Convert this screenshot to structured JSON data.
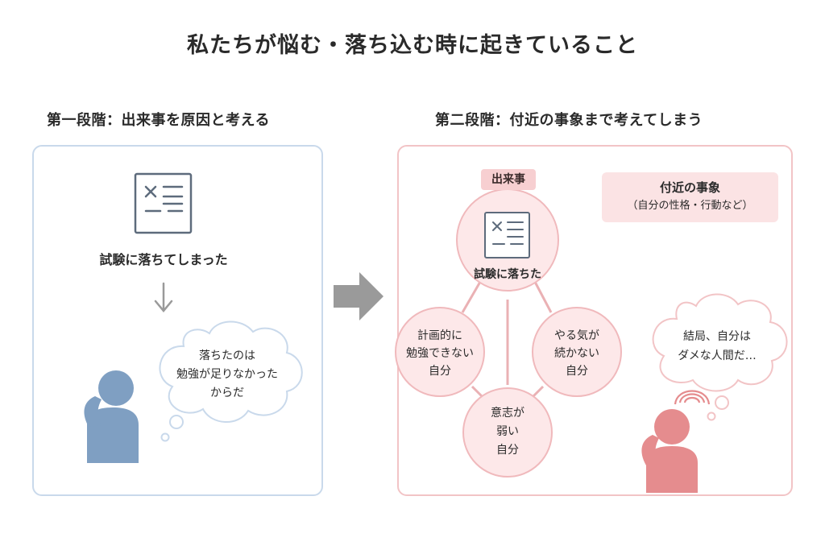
{
  "title": "私たちが悩む・落ち込む時に起きていること",
  "stage1": {
    "heading": "第一段階：出来事を原因と考える",
    "event": "試験に落ちてしまった",
    "thought": [
      "落ちたのは",
      "勉強が足りなかった",
      "からだ"
    ]
  },
  "stage2": {
    "heading": "第二段階：付近の事象まで考えてしまう",
    "event_tag": "出来事",
    "center": "試験に落ちた",
    "nearby_title": "付近の事象",
    "nearby_sub": "（自分の性格・行動など）",
    "circles": [
      [
        "計画的に",
        "勉強できない",
        "自分"
      ],
      [
        "やる気が",
        "続かない",
        "自分"
      ],
      [
        "意志が",
        "弱い",
        "自分"
      ]
    ],
    "thought": [
      "結局、自分は",
      "ダメな人間だ…"
    ]
  },
  "colors": {
    "blue_border": "#c9d9eb",
    "blue_person": "#7f9fc2",
    "pink_border": "#f2c4c6",
    "pink_fill": "#fde8e9",
    "pink_person": "#e58c8e",
    "arrow_gray": "#9a9a9a"
  }
}
